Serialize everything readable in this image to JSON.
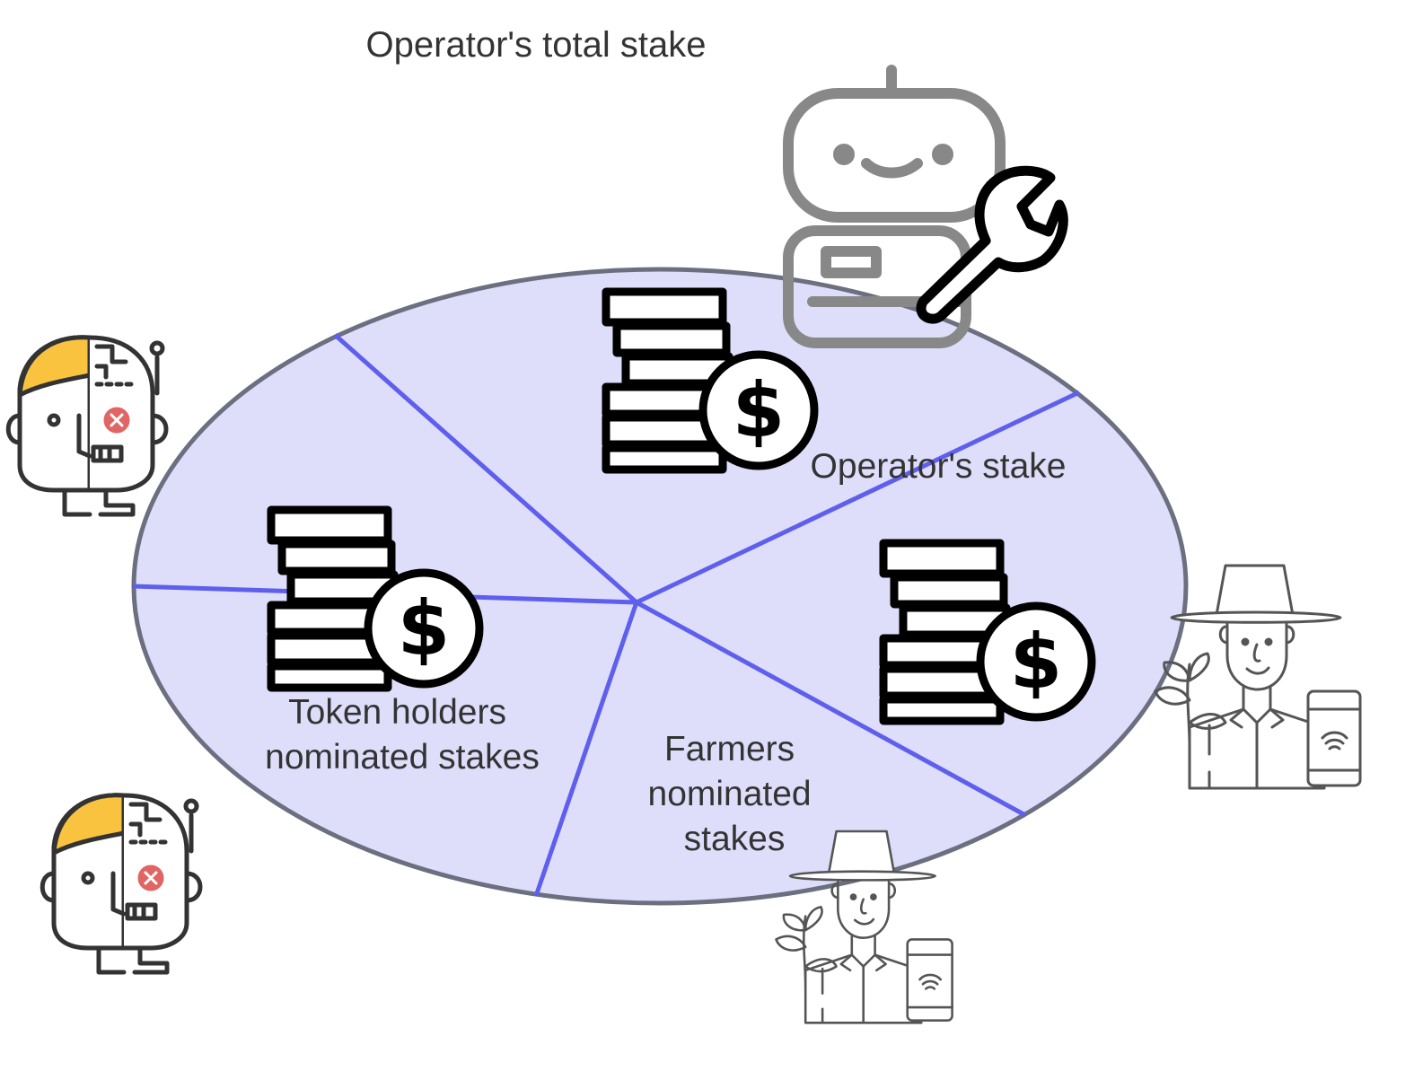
{
  "diagram": {
    "title": "Operator's total stake",
    "segments": [
      {
        "id": "operator",
        "label_lines": [
          "Operator's stake"
        ]
      },
      {
        "id": "token-holders",
        "label_lines": [
          "Token holders",
          "nominated stakes"
        ]
      },
      {
        "id": "farmers",
        "label_lines": [
          "Farmers",
          "nominated",
          "stakes"
        ]
      }
    ],
    "icons": [
      "robot-with-wrench-icon",
      "coin-stack-dollar-icon",
      "half-human-half-robot-icon",
      "farmer-with-phone-icon"
    ],
    "colors": {
      "ellipse_fill": "#dedefb",
      "ellipse_stroke": "#6b6f80",
      "divider": "#5f5fee",
      "text": "#333333",
      "hair": "#f9c33f",
      "robot_eye": "#e06666",
      "robot_gray": "#888888"
    }
  }
}
